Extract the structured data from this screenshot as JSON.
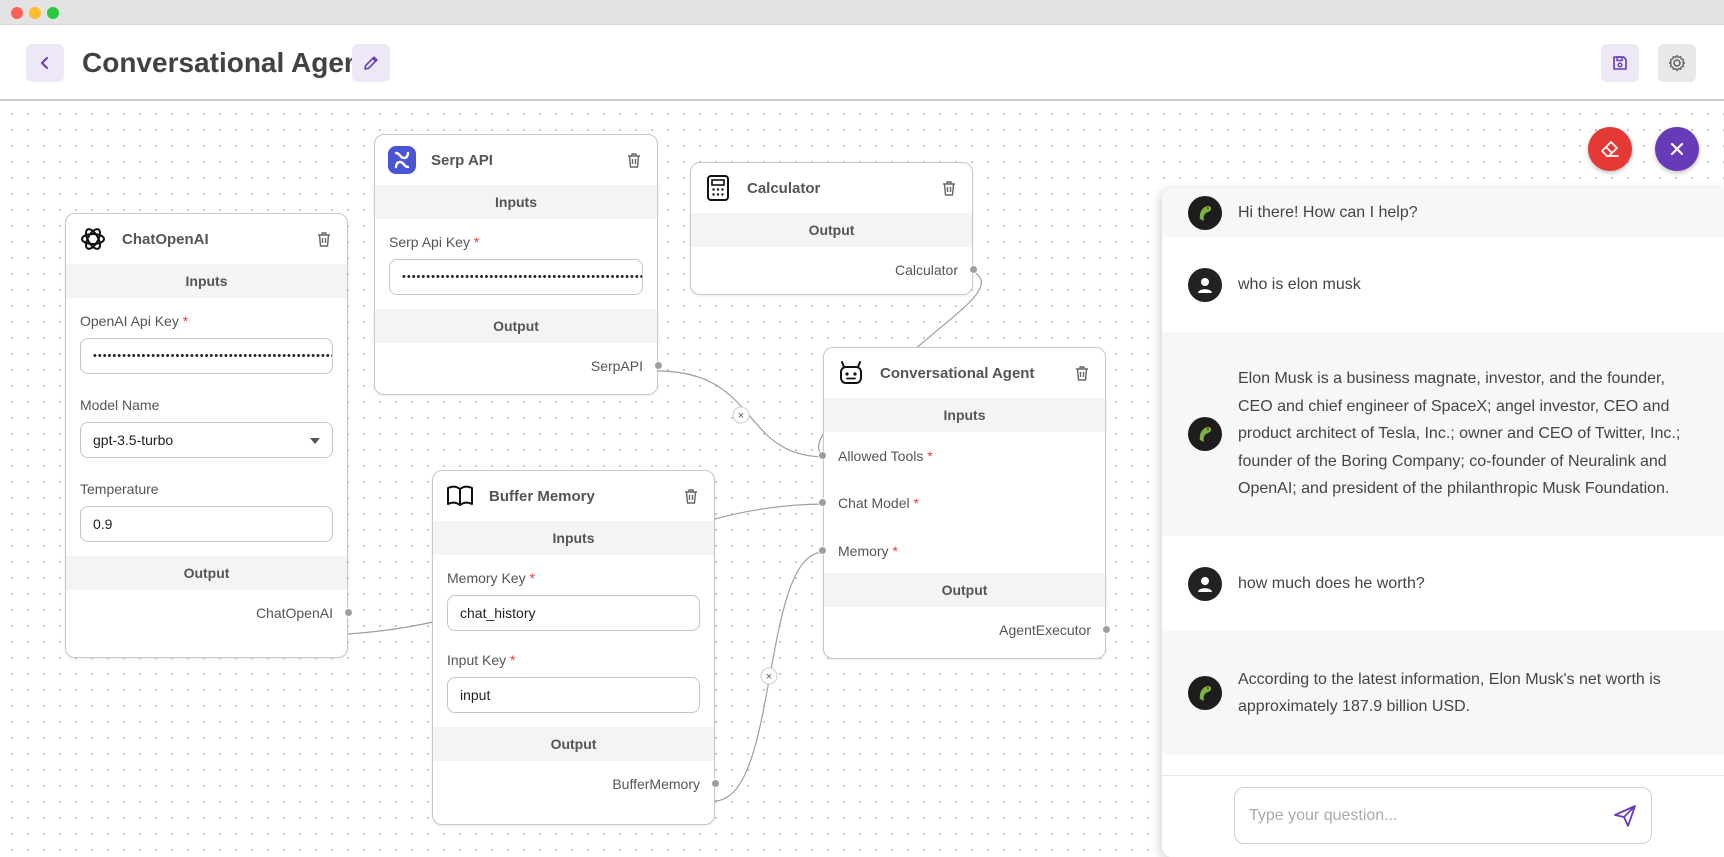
{
  "header": {
    "title": "Conversational Agent",
    "back_icon": "chevron-left-icon",
    "edit_icon": "pencil-icon",
    "save_icon": "save-icon",
    "settings_icon": "gear-icon"
  },
  "nodes": {
    "chatopenai": {
      "title": "ChatOpenAI",
      "inputs_label": "Inputs",
      "api_key_label": "OpenAI Api Key",
      "api_key_value": "••••••••••••••••••••••••••••••••••••••••••••••••••",
      "model_label": "Model Name",
      "model_value": "gpt-3.5-turbo",
      "temperature_label": "Temperature",
      "temperature_value": "0.9",
      "output_label": "Output",
      "output_anchor": "ChatOpenAI"
    },
    "serpapi": {
      "title": "Serp API",
      "inputs_label": "Inputs",
      "api_key_label": "Serp Api Key",
      "api_key_value": "••••••••••••••••••••••••••••••••••••••••••••••••••••",
      "output_label": "Output",
      "output_anchor": "SerpAPI"
    },
    "calculator": {
      "title": "Calculator",
      "output_label": "Output",
      "output_anchor": "Calculator"
    },
    "buffer_memory": {
      "title": "Buffer Memory",
      "inputs_label": "Inputs",
      "memory_key_label": "Memory Key",
      "memory_key_value": "chat_history",
      "input_key_label": "Input Key",
      "input_key_value": "input",
      "output_label": "Output",
      "output_anchor": "BufferMemory"
    },
    "agent": {
      "title": "Conversational Agent",
      "inputs_label": "Inputs",
      "allowed_tools_label": "Allowed Tools",
      "chat_model_label": "Chat Model",
      "memory_label": "Memory",
      "output_label": "Output",
      "output_anchor": "AgentExecutor"
    }
  },
  "required_mark": "*",
  "edge_remove_glyph": "×",
  "chat": {
    "messages": [
      {
        "role": "bot",
        "text": "Hi there! How can I help?"
      },
      {
        "role": "user",
        "text": "who is elon musk"
      },
      {
        "role": "bot",
        "text": "Elon Musk is a business magnate, investor, and the founder, CEO and chief engineer of SpaceX; angel investor, CEO and product architect of Tesla, Inc.; owner and CEO of Twitter, Inc.; founder of the Boring Company; co-founder of Neuralink and OpenAI; and president of the philanthropic Musk Foundation."
      },
      {
        "role": "user",
        "text": "how much does he worth?"
      },
      {
        "role": "bot",
        "text": "According to the latest information, Elon Musk's net worth is approximately 187.9 billion USD."
      }
    ],
    "input_placeholder": "Type your question...",
    "send_icon": "send-icon"
  },
  "colors": {
    "accent": "#673ab7",
    "danger": "#e53935",
    "accent_light": "#ede7f6"
  }
}
